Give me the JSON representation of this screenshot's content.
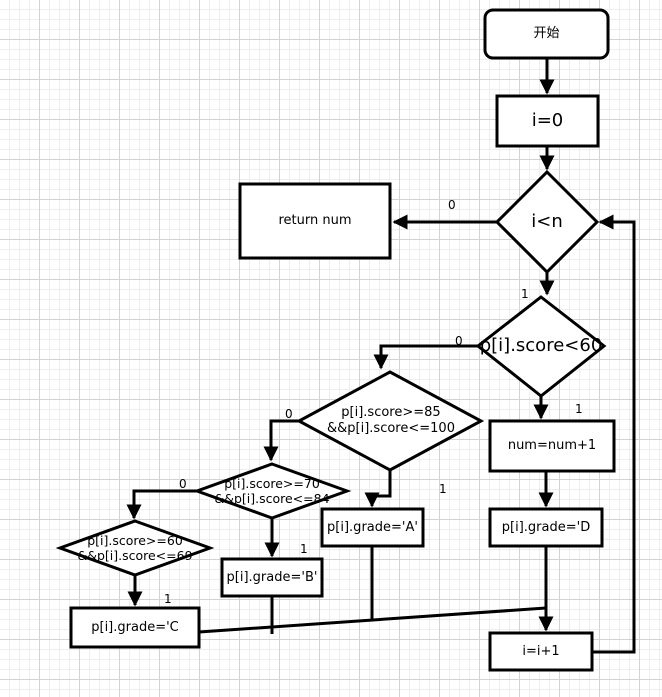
{
  "nodes": {
    "start": "开始",
    "init": "i=0",
    "loop_cond": "i<n",
    "return": "return num",
    "cond_fail": "p[i].score<60",
    "cond_a": "p[i].score>=85\n&&p[i].score<=100",
    "cond_b": "p[i].score>=70\n&&p[i].score<=84",
    "cond_c": "p[i].score>=60\n&&p[i].score<=69",
    "inc_num": "num=num+1",
    "grade_d": "p[i].grade='D",
    "grade_a": "p[i].grade='A'",
    "grade_b": "p[i].grade='B'",
    "grade_c": "p[i].grade='C",
    "inc_i": "i=i+1"
  },
  "edges": {
    "loop_false": "0",
    "loop_true": "1",
    "fail_false": "0",
    "fail_true": "1",
    "a_false": "0",
    "a_true": "1",
    "b_false": "0",
    "b_true": "1",
    "c_true": "1"
  }
}
